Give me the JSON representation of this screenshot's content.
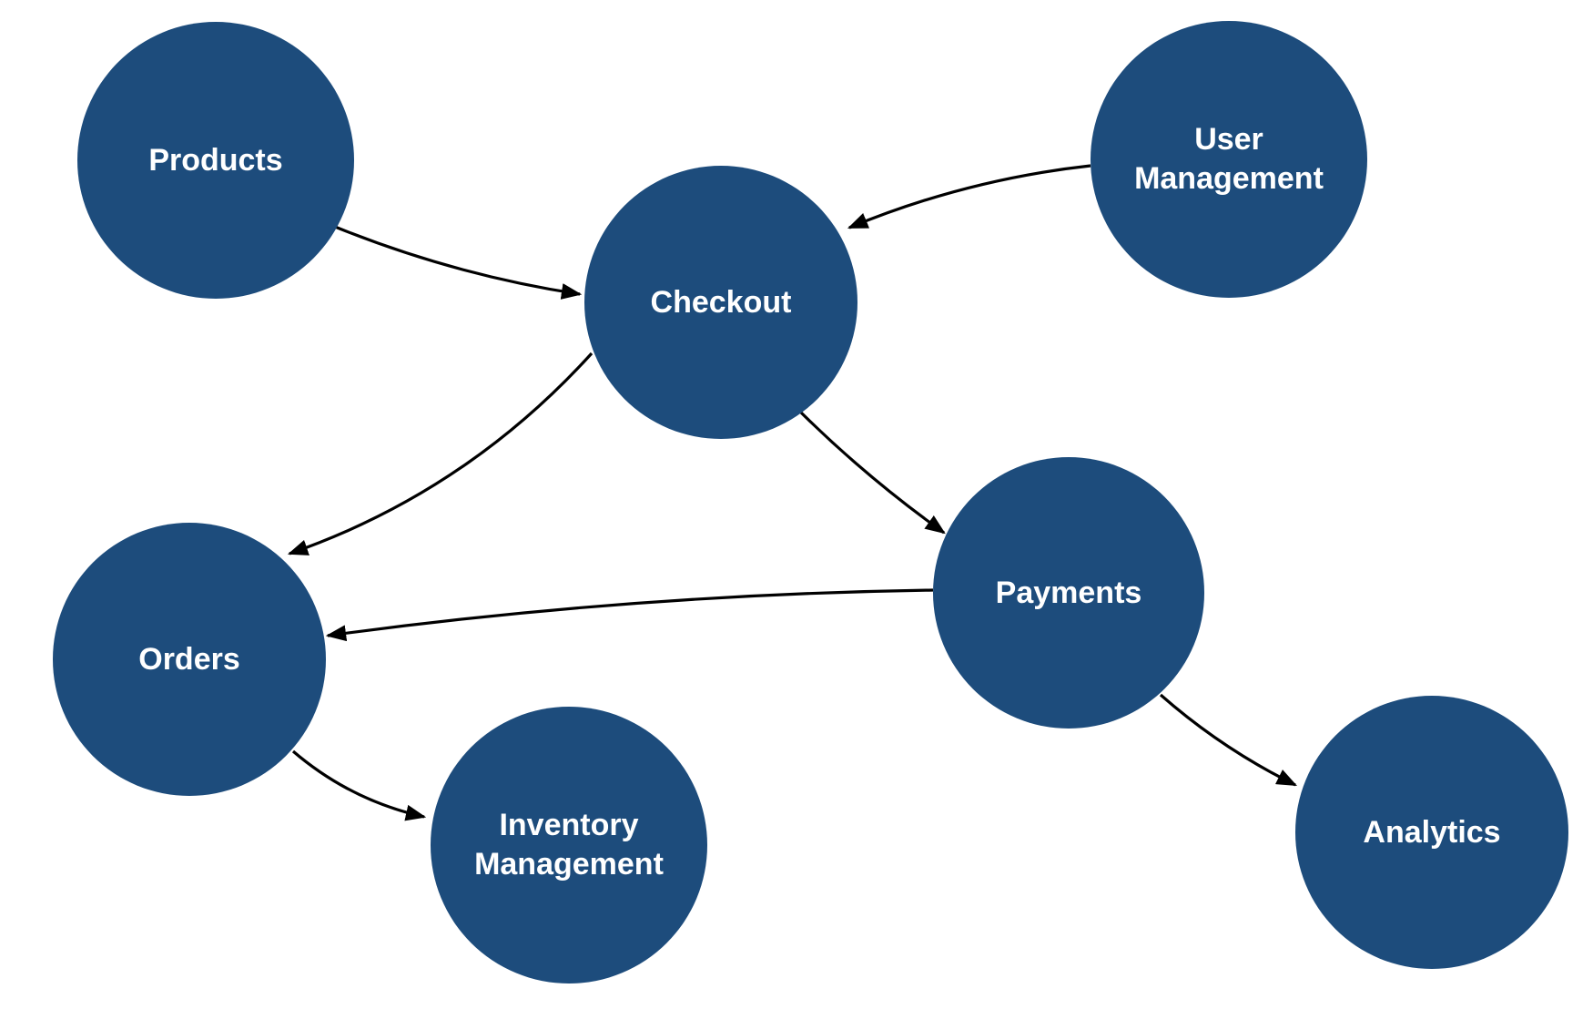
{
  "diagram": {
    "colors": {
      "background": "#ffffff",
      "node_fill": "#1d4c7c",
      "node_text": "#ffffff",
      "edge": "#000000"
    },
    "nodes": [
      {
        "id": "products",
        "label": "Products"
      },
      {
        "id": "checkout",
        "label": "Checkout"
      },
      {
        "id": "user-management",
        "label": "User Management"
      },
      {
        "id": "orders",
        "label": "Orders"
      },
      {
        "id": "payments",
        "label": "Payments"
      },
      {
        "id": "inventory-management",
        "label": "Inventory Management"
      },
      {
        "id": "analytics",
        "label": "Analytics"
      }
    ],
    "edges": [
      {
        "from": "Products",
        "to": "Checkout"
      },
      {
        "from": "User Management",
        "to": "Checkout"
      },
      {
        "from": "Checkout",
        "to": "Orders"
      },
      {
        "from": "Checkout",
        "to": "Payments"
      },
      {
        "from": "Payments",
        "to": "Orders"
      },
      {
        "from": "Orders",
        "to": "Inventory Management"
      },
      {
        "from": "Payments",
        "to": "Analytics"
      }
    ]
  }
}
